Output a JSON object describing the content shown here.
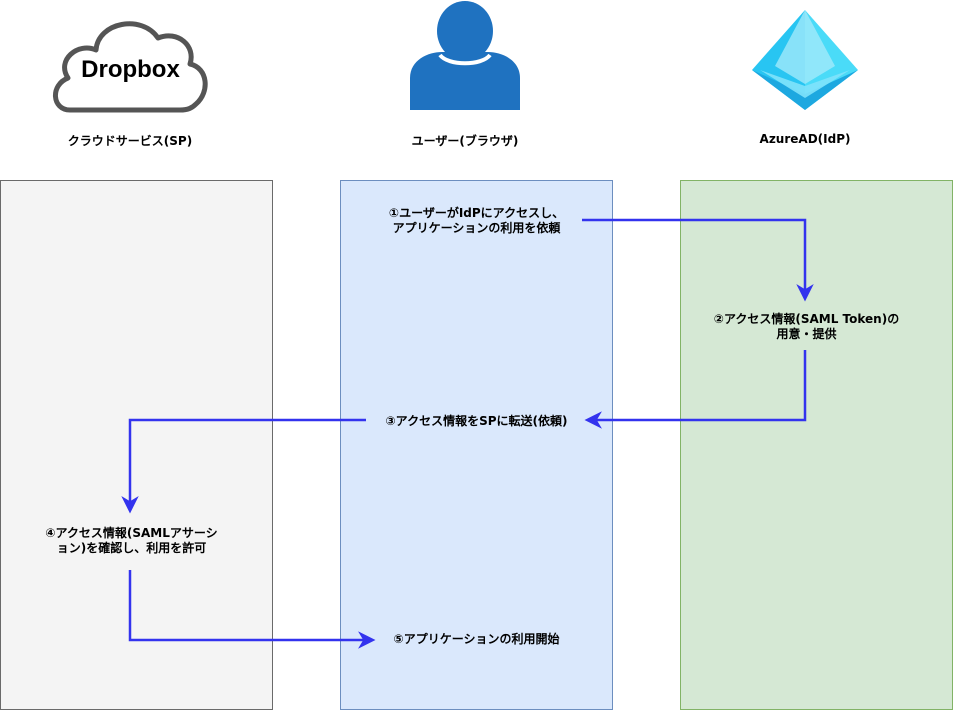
{
  "actors": {
    "sp": {
      "logo_text": "Dropbox",
      "label": "クラウドサービス(SP)"
    },
    "user": {
      "label": "ユーザー(ブラウザ)"
    },
    "idp": {
      "label": "AzureAD(IdP)"
    }
  },
  "steps": {
    "step1": {
      "line1": "①ユーザーがIdPにアクセスし、",
      "line2": "アプリケーションの利用を依頼"
    },
    "step2": {
      "line1": "②アクセス情報(SAML Token)の",
      "line2": "用意・提供"
    },
    "step3": {
      "line1": "③アクセス情報をSPに転送(依頼)"
    },
    "step4": {
      "line1": "④アクセス情報(SAMLアサーシ",
      "line2": "ョン)を確認し、利用を許可"
    },
    "step5": {
      "line1": "⑤アプリケーションの利用開始"
    }
  },
  "colors": {
    "arrow": "#3333ee",
    "user_icon": "#1f72c0",
    "sp_lane": "#f4f4f4",
    "user_lane": "#dae8fc",
    "idp_lane": "#d5e8d4"
  },
  "icons": {
    "sp": "cloud-icon",
    "user": "person-icon",
    "idp": "azure-ad-pyramid-icon"
  }
}
